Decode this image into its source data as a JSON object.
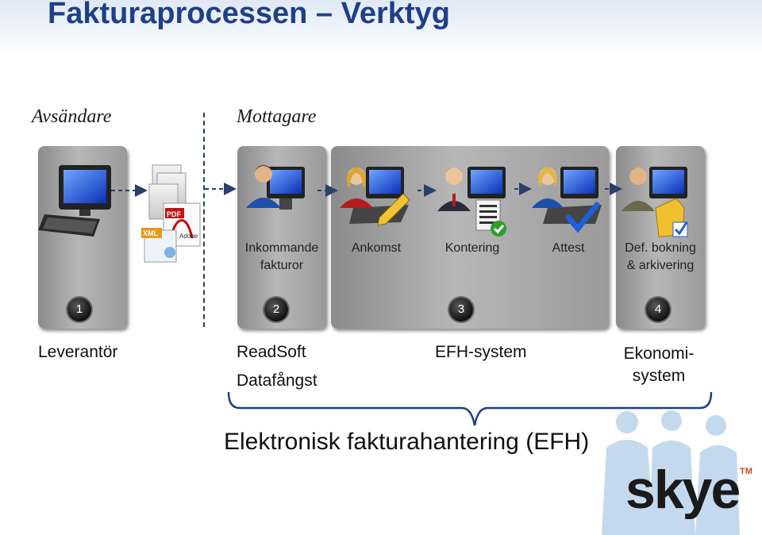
{
  "title": "Fakturaprocessen – Verktyg",
  "roles": {
    "sender": "Avsändare",
    "receiver": "Mottagare"
  },
  "steps": {
    "incoming": "Inkommande fakturor",
    "arrival": "Ankomst",
    "coding": "Kontering",
    "approval": "Attest",
    "booking": "Def. bokning & arkivering"
  },
  "numbers": [
    "1",
    "2",
    "3",
    "4"
  ],
  "doc_icons": {
    "pdf": "PDF",
    "xml": "XML",
    "adobe": "Adobe"
  },
  "labels": {
    "supplier": "Leverantör",
    "readsoft": "ReadSoft",
    "capture": "Datafångst",
    "efh_system": "EFH-system",
    "economy": "Ekonomi- system"
  },
  "footer": "Elektronisk fakturahantering (EFH)",
  "logo": {
    "text": "skye",
    "tm": "TM"
  },
  "colors": {
    "title": "#1f3f8a",
    "box": "#9a9a9a",
    "monitor": "#1f4fd8",
    "check": "#2f9e2f"
  },
  "icons": [
    "computer-icon",
    "document-stack-icon",
    "user-computer-icon",
    "pencil-icon",
    "document-check-icon",
    "check-icon",
    "folder-icon"
  ]
}
